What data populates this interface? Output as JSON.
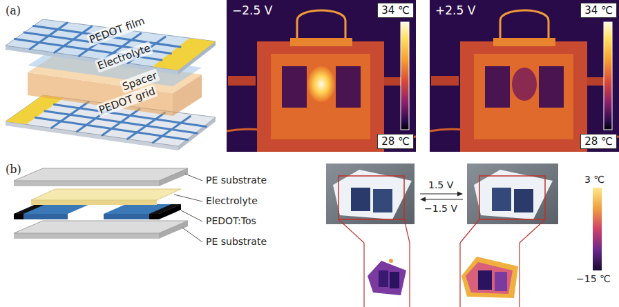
{
  "diagram": {
    "nodes": [
      {
        "text": [
          "−2.5 V"
        ]
      },
      {
        "text": [
          "34 ℃"
        ],
        "in": 0
      },
      {
        "text": [
          "28 ℃"
        ],
        "in": 0
      },
      {
        "text": [
          "+2.5 V"
        ]
      },
      {
        "text": [
          "34 ℃"
        ],
        "in": 3
      },
      {
        "text": [
          "28 ℃"
        ],
        "in": 3
      }
    ],
    "labels": [
      "(a)",
      "PEDOT film",
      "Electrolyte",
      "Spacer",
      "PEDOT grid",
      "(b)",
      "PE substrate",
      "Electrolyte",
      "PEDOT:Tos",
      "PE substrate",
      "1.5 V",
      "−1.5 V",
      "3 ℃",
      "−15 ℃"
    ]
  }
}
